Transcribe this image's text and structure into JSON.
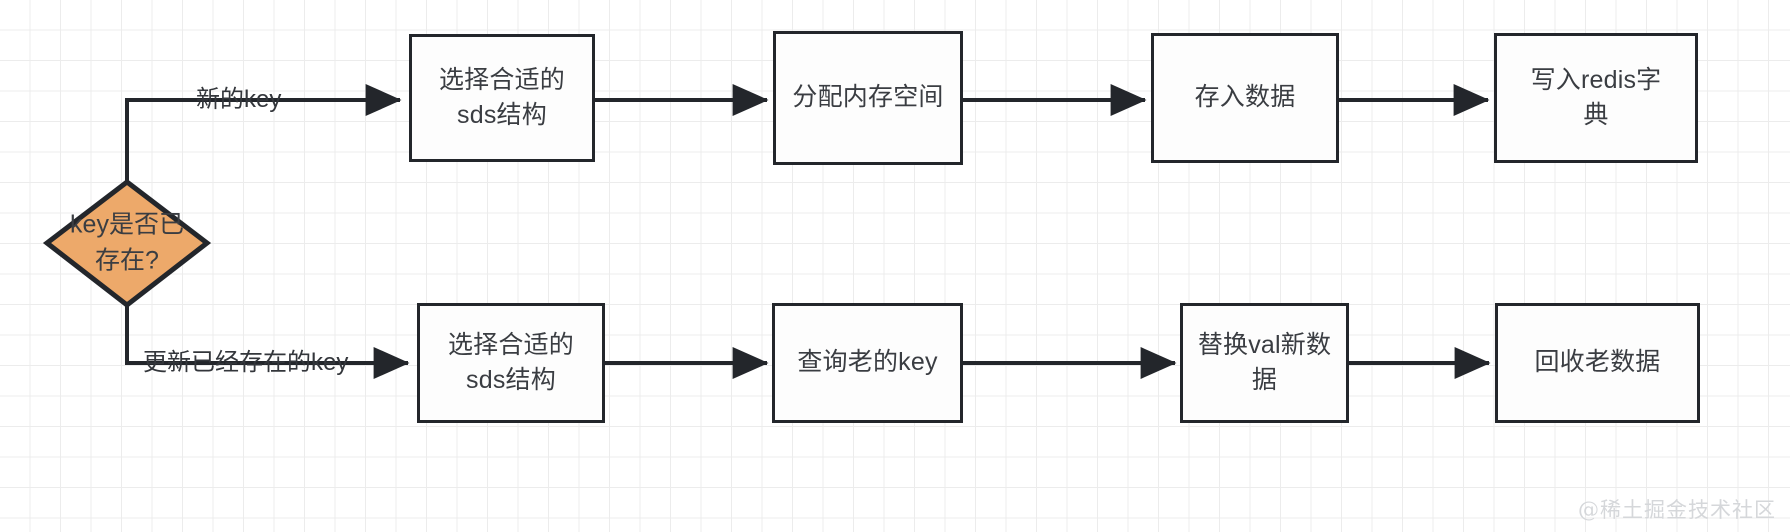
{
  "diagram": {
    "title": "Redis SET key flow",
    "colors": {
      "stroke": "#23262b",
      "node_fill": "#fdfdfd",
      "decision_fill": "#eda96a",
      "text": "#3a3d42",
      "grid": "#ececec",
      "watermark": "#d5d7da"
    },
    "decision": {
      "label": "key是否已\n存在?"
    },
    "edge_labels": {
      "top_branch": "新的key",
      "bottom_branch": "更新已经存在的key"
    },
    "top_row": [
      {
        "id": "choose-sds-top",
        "label": "选择合适的\nsds结构"
      },
      {
        "id": "alloc-memory",
        "label": "分配内存空间"
      },
      {
        "id": "store-data",
        "label": "存入数据"
      },
      {
        "id": "write-dict",
        "label": "写入redis字\n典"
      }
    ],
    "bottom_row": [
      {
        "id": "choose-sds-bottom",
        "label": "选择合适的\nsds结构"
      },
      {
        "id": "query-old-key",
        "label": "查询老的key"
      },
      {
        "id": "replace-val",
        "label": "替换val新数\n据"
      },
      {
        "id": "reclaim-old",
        "label": "回收老数据"
      }
    ],
    "watermark": "@稀土掘金技术社区"
  }
}
